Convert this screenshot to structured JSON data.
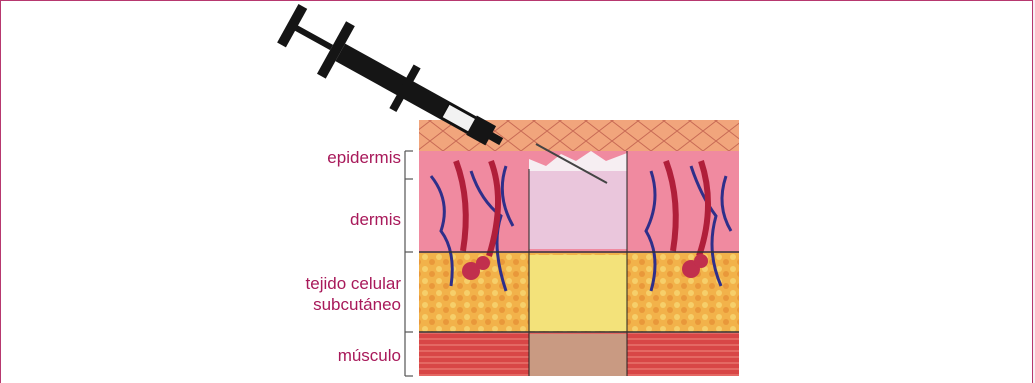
{
  "diagram": {
    "layers": [
      {
        "id": "epidermis",
        "label": "epidermis"
      },
      {
        "id": "dermis",
        "label": "dermis"
      },
      {
        "id": "subcutaneous",
        "label_line1": "tejido celular",
        "label_line2": "subcutáneo"
      },
      {
        "id": "muscle",
        "label": "músculo"
      }
    ],
    "colors": {
      "frame_border": "#b7386f",
      "label_text": "#a8195a",
      "dermis_block": "#eac6dc",
      "subcutaneous_block": "#f3e27a",
      "muscle_block": "#c99a82",
      "skin_surface": "#f0a77d",
      "tissue_pink": "#f08aa0",
      "fat_yellow": "#f0b54a",
      "muscle_red": "#d84646",
      "vessel_blue": "#2f2f8a"
    },
    "icons": [
      "syringe-icon"
    ]
  }
}
